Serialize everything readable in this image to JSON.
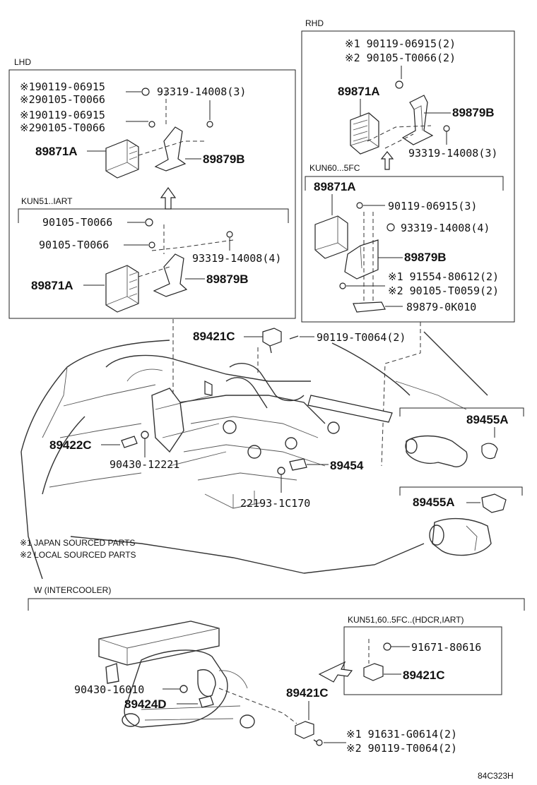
{
  "sections": {
    "rhd": "RHD",
    "lhd": "LHD",
    "kun51_iart": "KUN51..IART",
    "kun60_5fc": "KUN60...5FC",
    "intercooler": "W (INTERCOOLER)",
    "kun_hdcr": "KUN51,60..5FC..(HDCR,IART)"
  },
  "labels": {
    "rhd_9011906915": "※1 90119-06915(2)",
    "rhd_90105t0066": "※2 90105-T0066(2)",
    "rhd_89871a": "89871A",
    "rhd_89879b": "89879B",
    "rhd_9331914008": "93319-14008(3)",
    "kun60_89871a": "89871A",
    "kun60_9011906915": "90119-06915(3)",
    "kun60_9331914008": "93319-14008(4)",
    "kun60_89879b": "89879B",
    "kun60_9155480612": "※1 91554-80612(2)",
    "kun60_90105t0059": "※2 90105-T0059(2)",
    "kun60_898790k010": "89879-0K010",
    "lhd_9011906915": "※190119-06915",
    "lhd_90105t0066": "※290105-T0066",
    "lhd_9331914008": "93319-14008(3)",
    "lhd_9011906915b": "※190119-06915",
    "lhd_90105t0066b": "※290105-T0066",
    "lhd_89871a": "89871A",
    "lhd_89879b": "89879B",
    "kun51_90105t0066a": "90105-T0066",
    "kun51_90105t0066b": "90105-T0066",
    "kun51_9331914008": "93319-14008(4)",
    "kun51_89871a": "89871A",
    "kun51_89879b": "89879B",
    "eng_89421c": "89421C",
    "eng_90119t0064": "90119-T0064(2)",
    "eng_89422c": "89422C",
    "eng_9043012221": "90430-12221",
    "eng_89454": "89454",
    "eng_221931c170": "22193-1C170",
    "eng_89455a_top": "89455A",
    "eng_89455a_bot": "89455A",
    "ic_9043016010": "90430-16010",
    "ic_89424d": "89424D",
    "ic_89421c": "89421C",
    "ic_9163100614": "※1  91631-G0614(2)",
    "ic_90119t0064": "※2  90119-T0064(2)",
    "hdcr_9167180616": "91671-80616",
    "hdcr_89421c": "89421C"
  },
  "notes": {
    "japan": "※1 JAPAN SOURCED PARTS",
    "local": "※2 LOCAL SOURCED PARTS"
  },
  "figure_code": "84C323H"
}
